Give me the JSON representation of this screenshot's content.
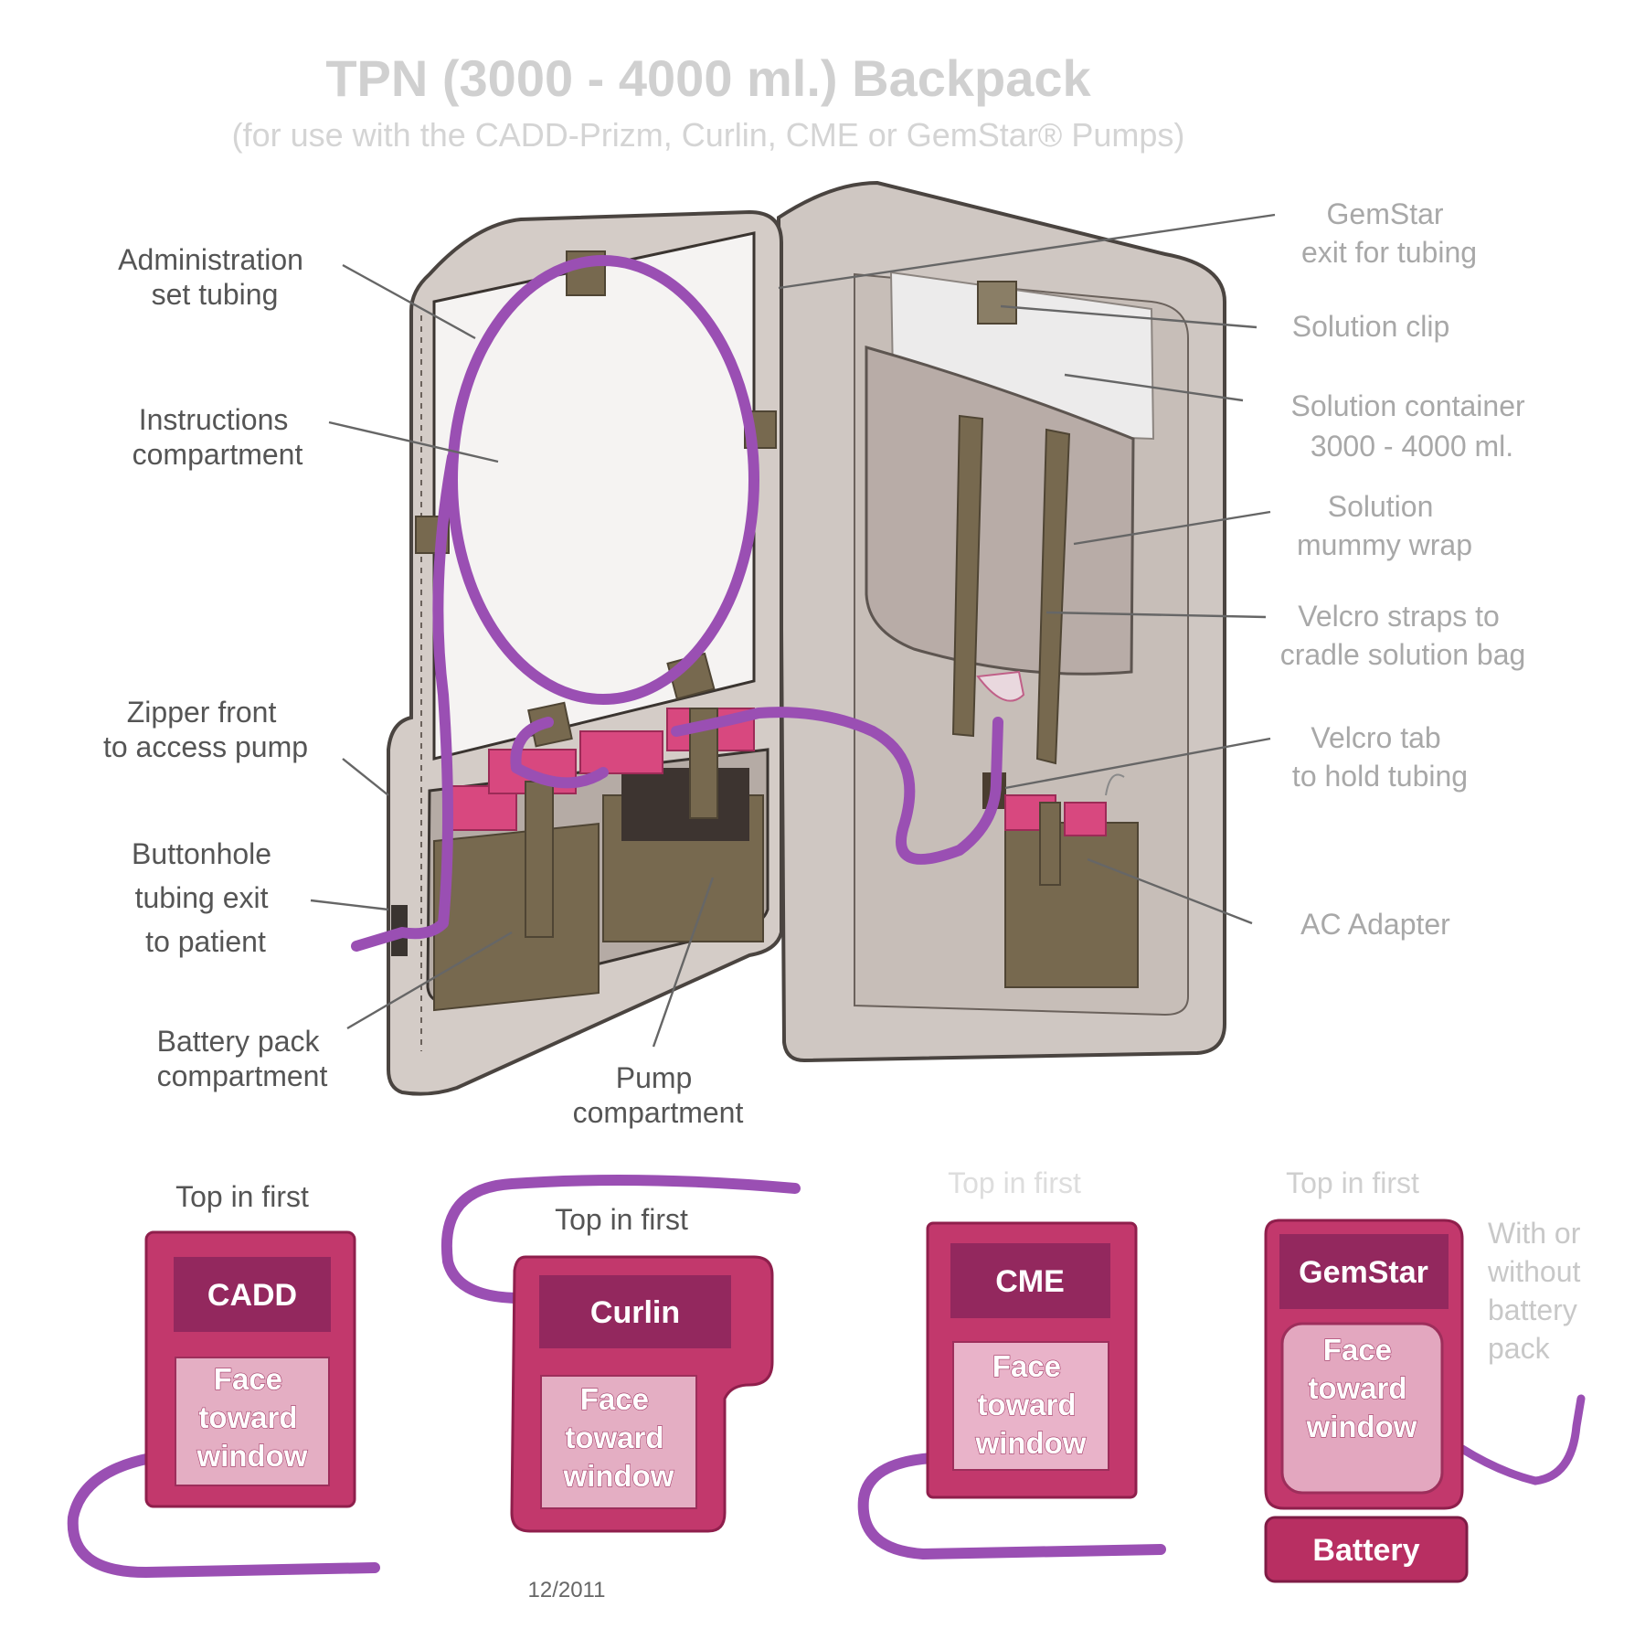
{
  "title": "TPN (3000 - 4000 ml.) Backpack",
  "subtitle": "(for use with the CADD-Prizm, Curlin, CME or GemStar® Pumps)",
  "labels": {
    "admin_tubing": [
      "Administration",
      "set tubing"
    ],
    "instructions": [
      "Instructions",
      "compartment"
    ],
    "zipper": [
      "Zipper front",
      "to access pump"
    ],
    "buttonhole": [
      "Buttonhole",
      "tubing exit",
      "to patient"
    ],
    "battery_comp": [
      "Battery pack",
      "compartment"
    ],
    "pump_comp": [
      "Pump",
      "compartment"
    ],
    "gemstar_exit": [
      "GemStar",
      "exit for tubing"
    ],
    "solution_clip": [
      "Solution clip"
    ],
    "solution_container": [
      "Solution container",
      "3000 - 4000 ml."
    ],
    "mummy_wrap": [
      "Solution",
      "mummy wrap"
    ],
    "velcro_straps": [
      "Velcro straps to",
      "cradle solution bag"
    ],
    "velcro_tab": [
      "Velcro tab",
      "to hold tubing"
    ],
    "ac_adapter": [
      "AC Adapter"
    ]
  },
  "pumps": [
    {
      "top_note": "Top in first",
      "brand": "CADD",
      "window": [
        "Face",
        "toward",
        "window"
      ]
    },
    {
      "top_note": "Top in first",
      "brand": "Curlin",
      "window": [
        "Face",
        "toward",
        "window"
      ]
    },
    {
      "top_note": "Top in first",
      "brand": "CME",
      "window": [
        "Face",
        "toward",
        "window"
      ]
    },
    {
      "top_note": "Top in first",
      "brand": "GemStar",
      "window": [
        "Face",
        "toward",
        "window"
      ]
    }
  ],
  "battery_note": [
    "With or",
    "without",
    "battery",
    "pack"
  ],
  "battery_label": "Battery",
  "date": "12/2011",
  "colors": {
    "tubing": "#9a4fb3",
    "pump": "#c2386c",
    "pump_brand_bar": "#93285e",
    "panel": "#cfc7c2",
    "olive": "#77694f"
  }
}
